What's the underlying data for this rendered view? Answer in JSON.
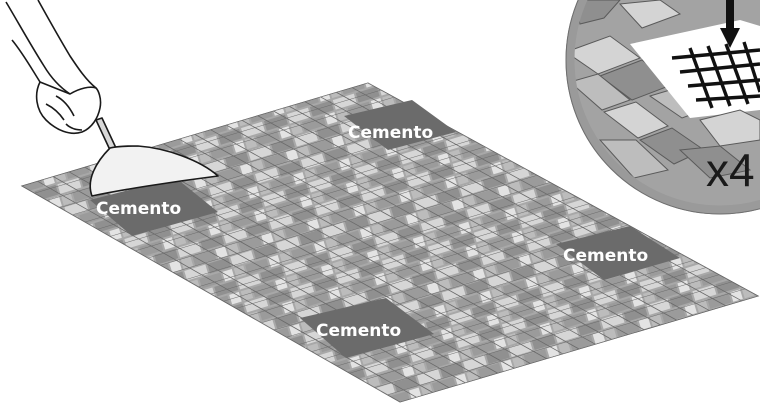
{
  "labels": {
    "cement_1": "Cemento",
    "cement_2": "Cemento",
    "cement_3": "Cemento",
    "cement_4": "Cemento"
  },
  "inset": {
    "multiplier": "x4"
  },
  "colors": {
    "tile_light": "#d9d9d9",
    "tile_mid": "#a9a9a9",
    "tile_dark": "#8c8c8c",
    "cement_patch": "#6b6b6b",
    "inset_ring": "#9a9a9a",
    "outline": "#3a3a3a"
  },
  "icons": [
    "hand-with-trowel-icon",
    "down-arrow-icon",
    "mesh-grid-icon"
  ]
}
